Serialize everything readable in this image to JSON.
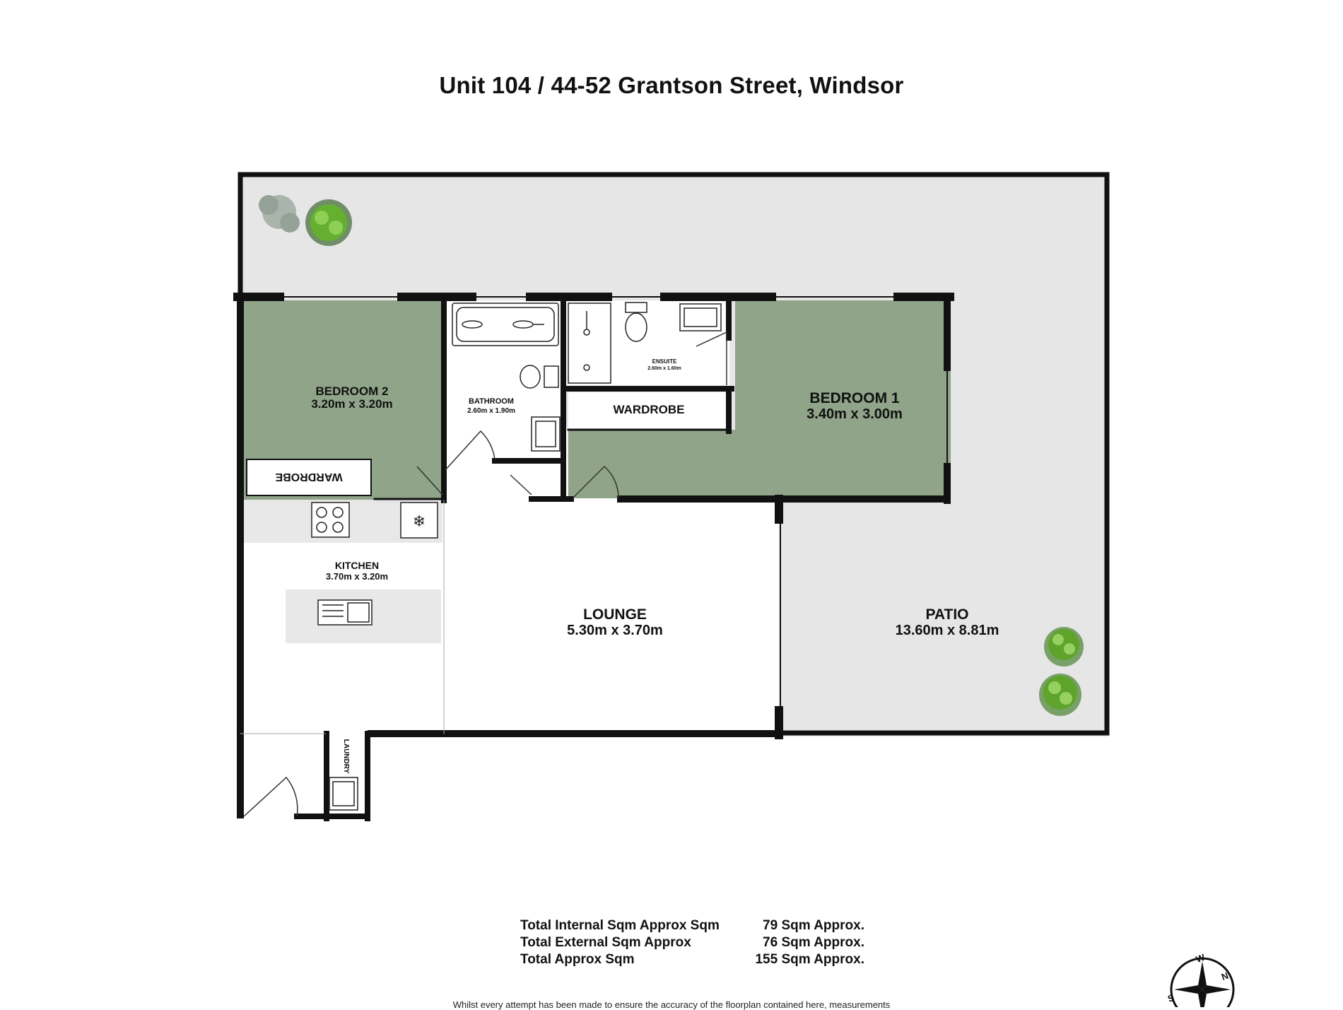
{
  "title": "Unit 104 / 44-52 Grantson Street, Windsor",
  "rooms": {
    "bedroom2": {
      "name": "BEDROOM 2",
      "size": "3.20m  x 3.20m"
    },
    "bathroom": {
      "name": "BATHROOM",
      "size": "2.60m  x 1.90m"
    },
    "ensuite": {
      "name": "ENSUITE",
      "size": "2.60m  x 1.60m"
    },
    "bedroom1": {
      "name": "BEDROOM 1",
      "size": "3.40m  x 3.00m"
    },
    "wardrobe1": {
      "name": "WARDROBE"
    },
    "wardrobe2": {
      "name": "WARDROBE"
    },
    "kitchen": {
      "name": "KITCHEN",
      "size": "3.70m  x 3.20m"
    },
    "lounge": {
      "name": "LOUNGE",
      "size": "5.30m  x 3.70m"
    },
    "patio": {
      "name": "PATIO",
      "size": "13.60m  x 8.81m"
    },
    "laundry": {
      "name": "LAUNDRY"
    }
  },
  "totals": [
    {
      "label": "Total Internal Sqm Approx Sqm",
      "value": "79 Sqm Approx."
    },
    {
      "label": "Total External Sqm Approx",
      "value": "76 Sqm Approx."
    },
    {
      "label": "Total Approx Sqm",
      "value": "155 Sqm Approx."
    }
  ],
  "compass": {
    "labels": [
      "W",
      "N",
      "S"
    ]
  },
  "disclaimer": "Whilst every attempt has been made to ensure the accuracy of the floorplan contained here, measurements",
  "colors": {
    "bedroom": "#8fa488",
    "outdoor": "#e6e6e6",
    "wall": "#111111",
    "plant_green": "#5a9a2e",
    "plant_grey": "#9aa8a0"
  }
}
